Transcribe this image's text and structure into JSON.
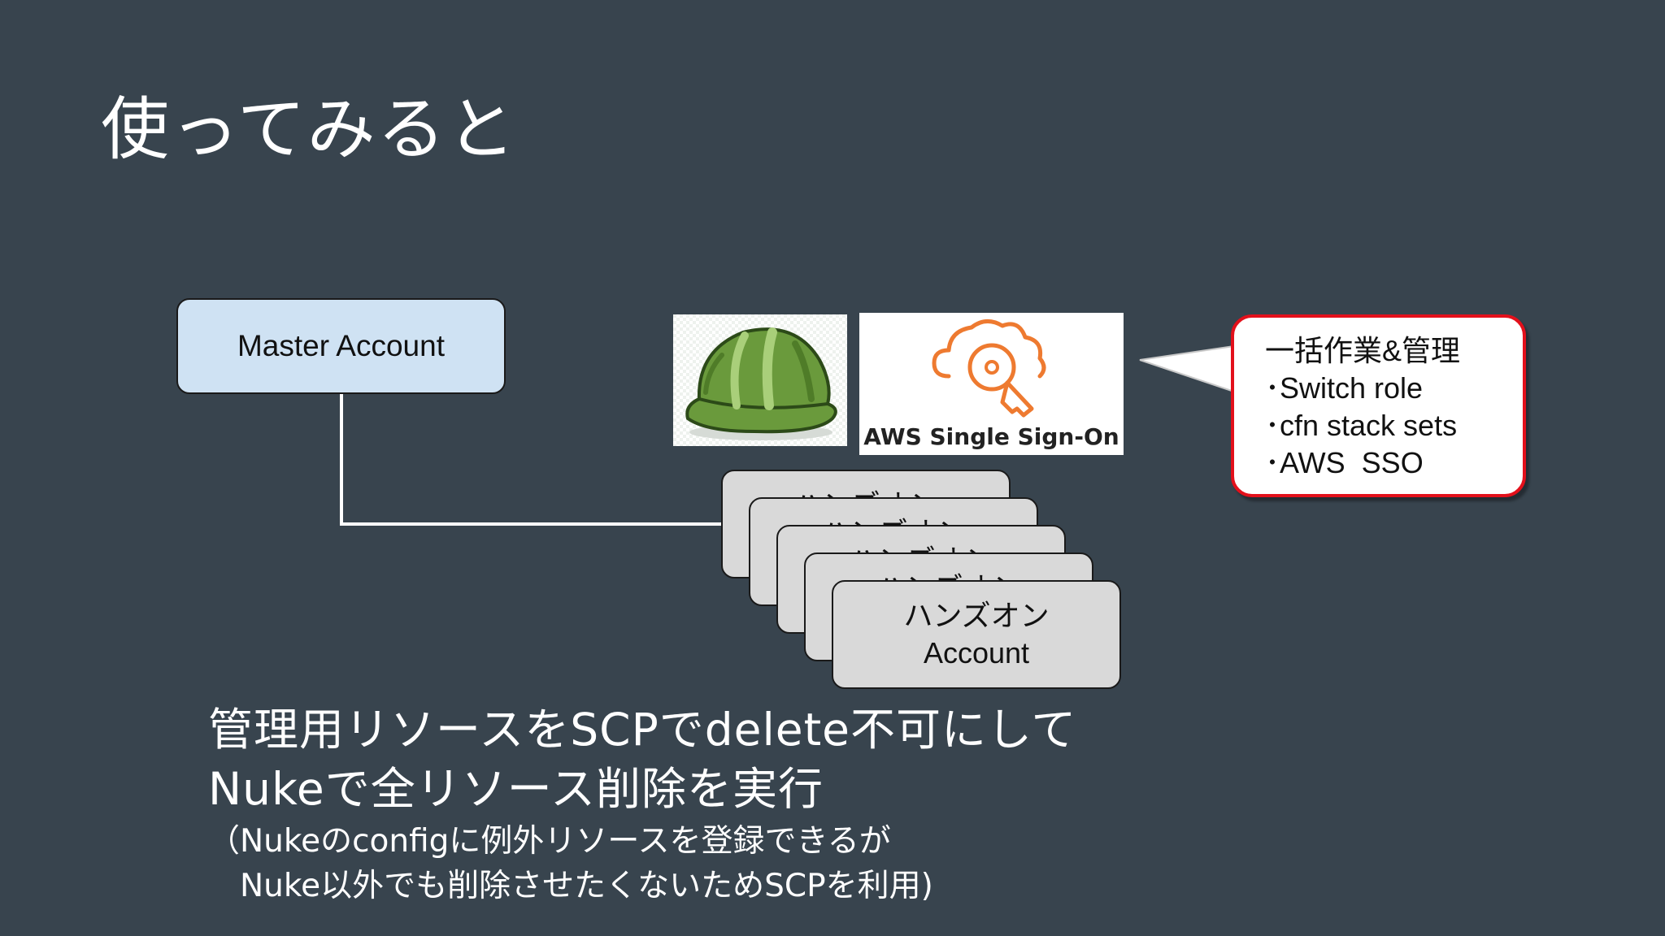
{
  "slide": {
    "title": "使ってみると"
  },
  "master": {
    "label": "Master Account"
  },
  "handson": {
    "label_line1": "ハンズオン",
    "label_line2": "Account",
    "stack_count": 5
  },
  "logos": {
    "helmet_icon": "hardhat-icon",
    "sso_icon": "cloud-key-icon",
    "sso_label": "AWS Single Sign-On"
  },
  "callout": {
    "lines": [
      "一括作業&管理",
      "･Switch role",
      "･cfn stack sets",
      "･AWS  SSO"
    ]
  },
  "caption": {
    "line1": "管理用リソースをSCPでdelete不可にして",
    "line2": "Nukeで全リソース削除を実行",
    "line3": "（Nukeのconfigに例外リソースを登録できるが",
    "line4": "　Nuke以外でも削除させたくないためSCPを利用)"
  },
  "colors": {
    "background": "#38444e",
    "master_fill": "#cfe2f3",
    "handson_fill": "#d9d9d9",
    "callout_border": "#e3101b",
    "helmet_green": "#6a9a3c",
    "sso_orange": "#ee7a30"
  }
}
